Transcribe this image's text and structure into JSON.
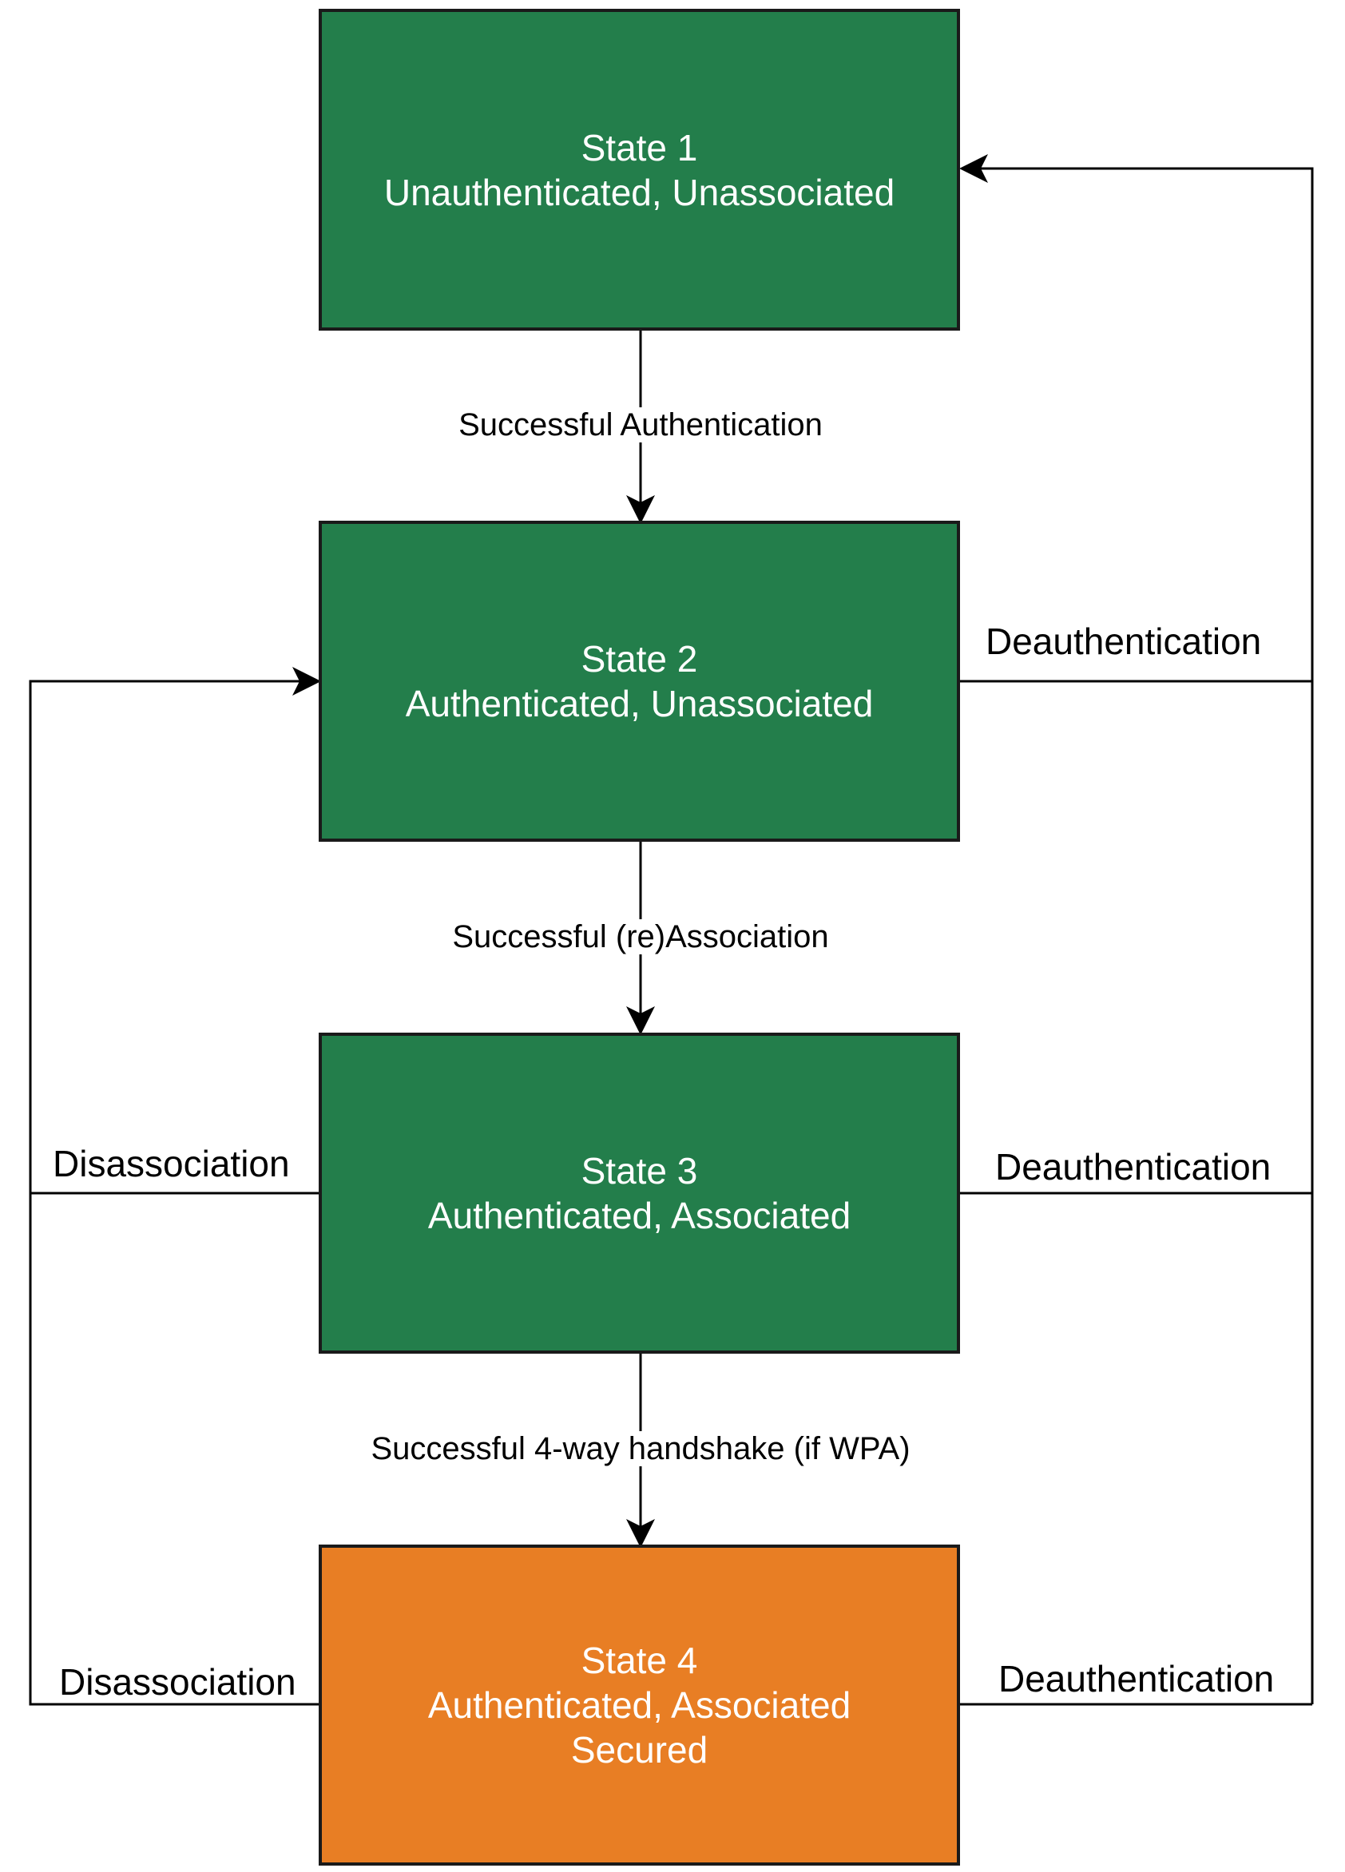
{
  "states": [
    {
      "line1": "State 1",
      "line2": "Unauthenticated, Unassociated",
      "line3": ""
    },
    {
      "line1": "State 2",
      "line2": "Authenticated, Unassociated",
      "line3": ""
    },
    {
      "line1": "State 3",
      "line2": "Authenticated, Associated",
      "line3": ""
    },
    {
      "line1": "State 4",
      "line2": "Authenticated, Associated",
      "line3": "Secured"
    }
  ],
  "transitions": {
    "s1_to_s2": "Successful Authentication",
    "s2_to_s3": "Successful (re)Association",
    "s3_to_s4": "Successful 4-way handshake (if WPA)",
    "s2_deauth": "Deauthentication",
    "s3_deauth": "Deauthentication",
    "s4_deauth": "Deauthentication",
    "s3_disassoc": "Disassociation",
    "s4_disassoc": "Disassociation"
  },
  "colors": {
    "state_green": "#237e4b",
    "state_orange": "#e87e24",
    "line": "#000000",
    "text_on_state": "#ffffff"
  }
}
